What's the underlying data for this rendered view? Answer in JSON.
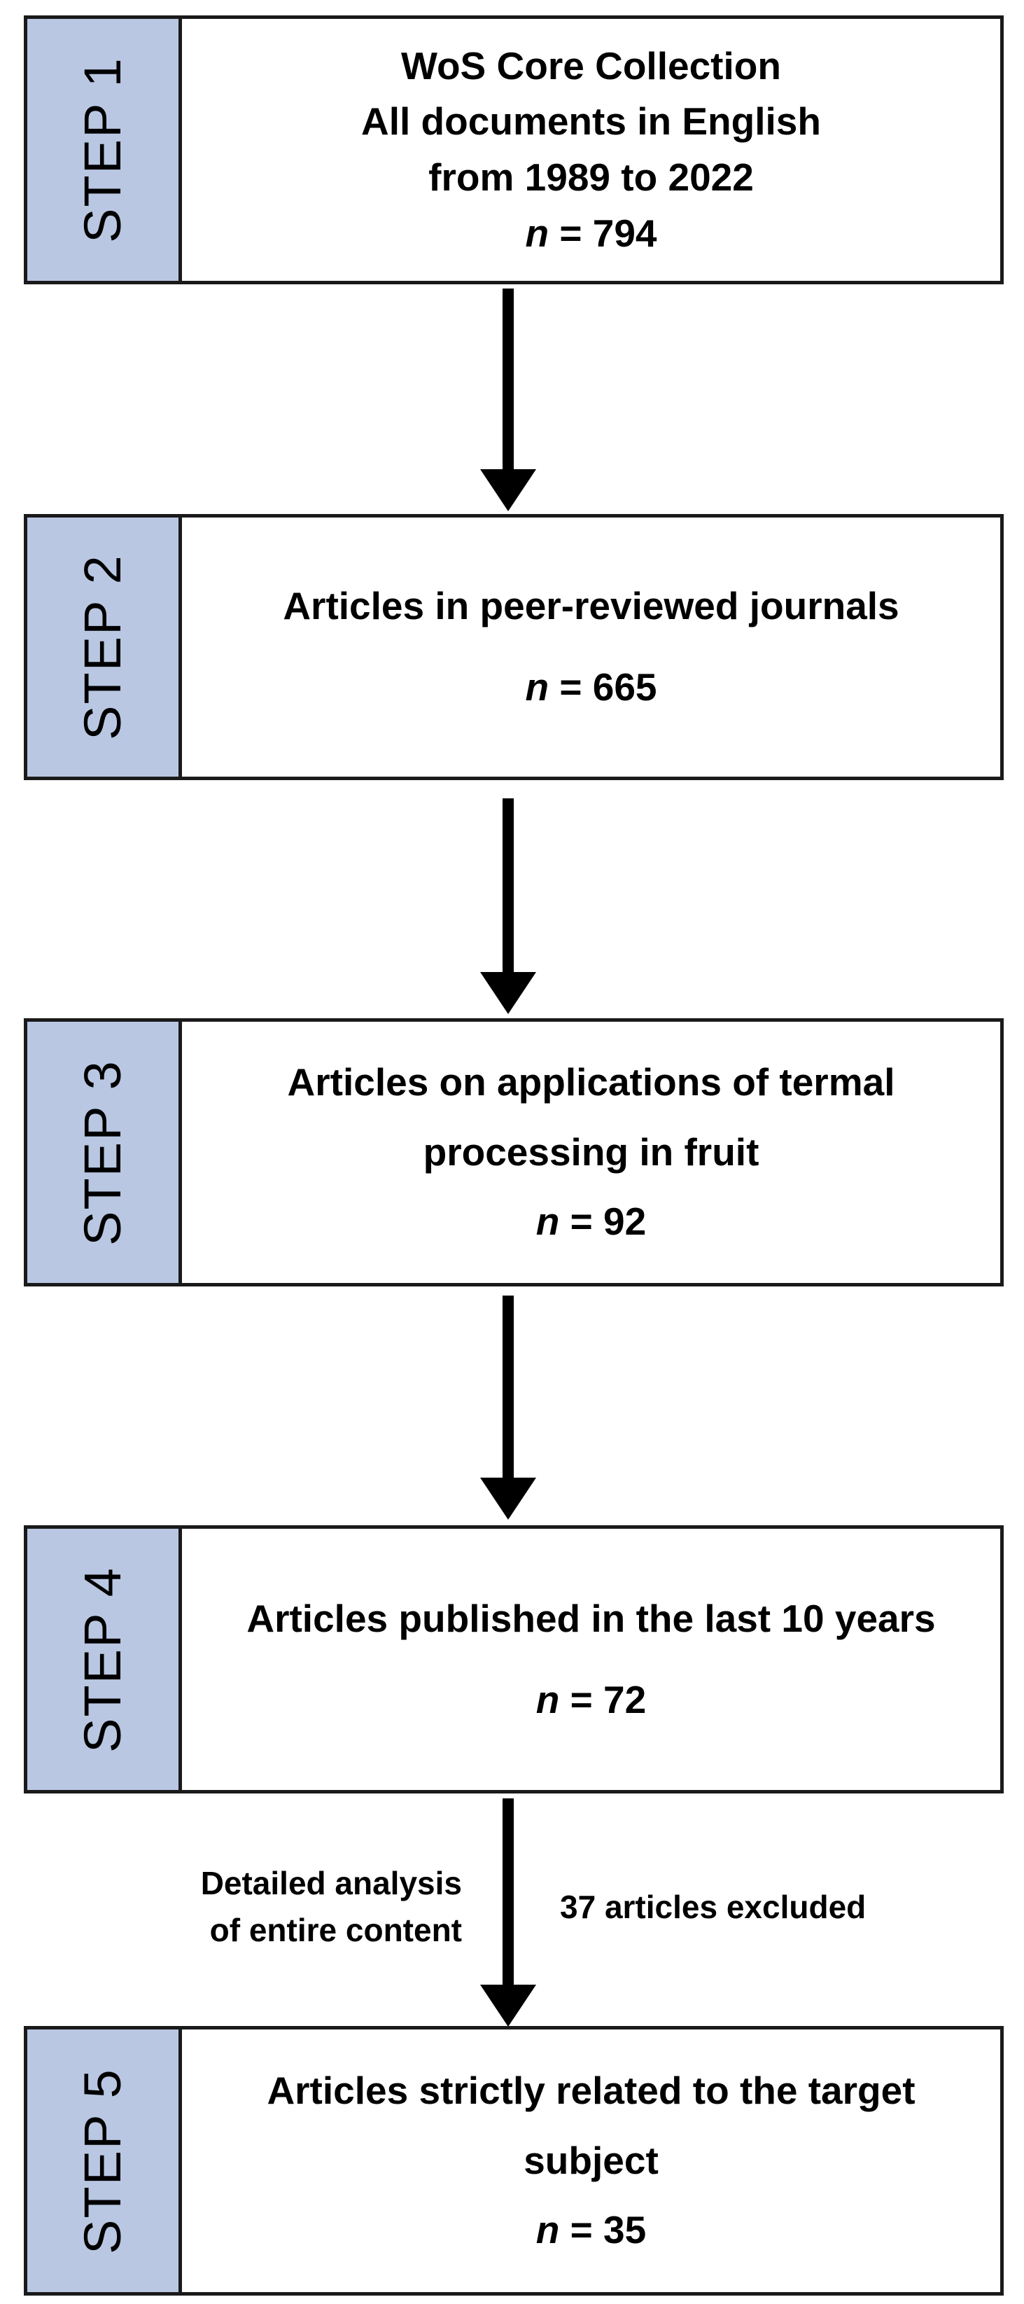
{
  "steps": [
    {
      "label": "STEP 1",
      "lines": [
        "WoS Core Collection",
        "All documents in English",
        "from 1989 to 2022"
      ],
      "n_var": "n",
      "n_rest": " = 794"
    },
    {
      "label": "STEP 2",
      "lines": [
        "Articles in peer-reviewed journals"
      ],
      "n_var": "n",
      "n_rest": " = 665"
    },
    {
      "label": "STEP 3",
      "lines": [
        "Articles on applications of termal",
        "processing in fruit"
      ],
      "n_var": "n",
      "n_rest": " = 92"
    },
    {
      "label": "STEP 4",
      "lines": [
        "Articles published in the last 10 years"
      ],
      "n_var": "n",
      "n_rest": " = 72"
    },
    {
      "label": "STEP 5",
      "lines": [
        "Articles strictly related to the target",
        "subject"
      ],
      "n_var": "n",
      "n_rest": " = 35"
    }
  ],
  "annotations": {
    "left_lines": [
      "Detailed analysis",
      "of entire content"
    ],
    "right": "37 articles excluded"
  },
  "colors": {
    "tab_fill": "#b9c7e2",
    "border": "#1a1a1a",
    "arrow": "#000000"
  }
}
